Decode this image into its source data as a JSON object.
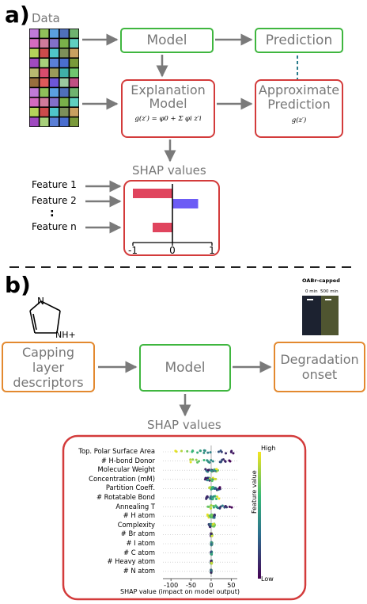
{
  "panel_a": {
    "label": "a)",
    "data_title": "Data",
    "model": "Model",
    "prediction": "Prediction",
    "explanation_model_line1": "Explanation",
    "explanation_model_line2": "Model",
    "explanation_formula": "g(z′) = φ0 + Σ φi z′i",
    "approx_line1": "Approximate",
    "approx_line2": "Prediction",
    "approx_formula": "g(z′)",
    "shap_title": "SHAP values",
    "features": [
      "Feature 1",
      "Feature 2",
      ":",
      "Feature n"
    ],
    "shap_chart": {
      "type": "bar",
      "categories": [
        "Feature 1",
        "Feature 2",
        "Feature n"
      ],
      "values": [
        -1.0,
        0.65,
        -0.5
      ],
      "colors": [
        "#e0455e",
        "#6c5cf5",
        "#e0455e"
      ],
      "xticks": [
        "-1",
        "0",
        "1"
      ],
      "xlim": [
        -1,
        1
      ]
    }
  },
  "panel_b": {
    "label": "b)",
    "capping": "Capping layer descriptors",
    "model": "Model",
    "degradation": "Degradation onset",
    "shap_title": "SHAP values",
    "molecule_labels": [
      "N",
      "NH+"
    ],
    "photo_title": "OABr-capped",
    "photo_times": [
      "0 min",
      "500 min"
    ],
    "beeswarm": {
      "type": "scatter",
      "features": [
        "Top. Polar Surface Area",
        "# H-bond Donor",
        "Molecular Weight",
        "Concentration (mM)",
        "Partition Coeff.",
        "# Rotatable Bond",
        "Annealing T",
        "# H atom",
        "Complexity",
        "# Br atom",
        "# I atom",
        "# C atom",
        "# Heavy atom",
        "# N atom"
      ],
      "xticks": [
        "-100",
        "-50",
        "0",
        "50"
      ],
      "xlim": [
        -120,
        65
      ],
      "xlabel": "SHAP value (impact on model output)",
      "colorbar_label": "Feature value",
      "colorbar_high": "High",
      "colorbar_low": "Low",
      "spread": [
        {
          "center_low": 55,
          "center_high": -90,
          "width": 28
        },
        {
          "center_low": 50,
          "center_high": -60,
          "width": 22
        },
        {
          "center_low": -5,
          "center_high": 10,
          "width": 40
        },
        {
          "center_low": -10,
          "center_high": 5,
          "width": 30
        },
        {
          "center_low": 20,
          "center_high": -5,
          "width": 25
        },
        {
          "center_low": -10,
          "center_high": 15,
          "width": 22
        },
        {
          "center_low": 40,
          "center_high": -10,
          "width": 40
        },
        {
          "center_low": 10,
          "center_high": -5,
          "width": 14
        },
        {
          "center_low": -5,
          "center_high": 8,
          "width": 12
        },
        {
          "center_low": 0,
          "center_high": 2,
          "width": 4
        },
        {
          "center_low": 0,
          "center_high": 2,
          "width": 4
        },
        {
          "center_low": 0,
          "center_high": 1,
          "width": 3
        },
        {
          "center_low": 0,
          "center_high": 1,
          "width": 3
        },
        {
          "center_low": 0,
          "center_high": 0,
          "width": 2
        }
      ]
    }
  },
  "grid_colors": [
    "#d84c6d",
    "#6fb36f",
    "#5a7fd6",
    "#c07ad8",
    "#7d8f5a",
    "#e05a5a",
    "#5fd0c0",
    "#9b9b5a",
    "#d46bbf",
    "#4a6ecf",
    "#8fbf5a",
    "#c9a060",
    "#6d56d8",
    "#b5d35a",
    "#3fb0a8",
    "#d07a9a",
    "#7a9a3a",
    "#5aa0e0",
    "#a04ac0",
    "#9bc7a0",
    "#cc4b4b",
    "#6fc66f",
    "#8370c9",
    "#b8b870",
    "#4f6fba",
    "#a8d07b",
    "#c04f83",
    "#4fc5c9",
    "#986e3e",
    "#7ab04a"
  ]
}
